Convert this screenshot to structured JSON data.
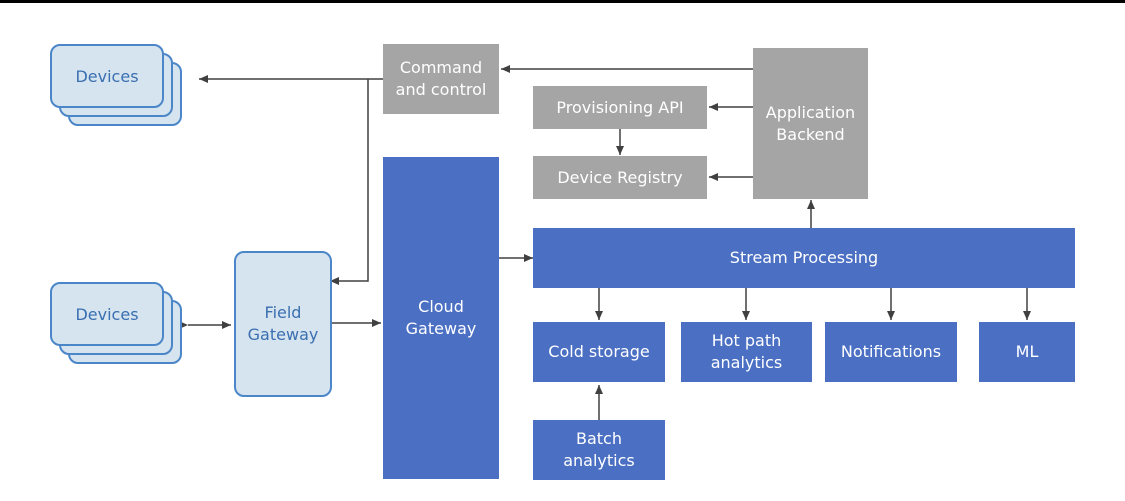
{
  "nodes": {
    "devices_top": "Devices",
    "devices_bottom": "Devices",
    "field_gateway": "Field\nGateway",
    "command_control": "Command\nand control",
    "cloud_gateway": "Cloud\nGateway",
    "provisioning_api": "Provisioning API",
    "device_registry": "Device Registry",
    "application_backend": "Application\nBackend",
    "stream_processing": "Stream Processing",
    "cold_storage": "Cold storage",
    "hot_path": "Hot path\nanalytics",
    "notifications": "Notifications",
    "ml": "ML",
    "batch_analytics": "Batch\nanalytics"
  },
  "colors": {
    "gray": "#a5a5a5",
    "blue": "#4a6fc3",
    "light_fill": "#d6e4f0",
    "light_border": "#4a86c8",
    "arrow": "#404040"
  }
}
